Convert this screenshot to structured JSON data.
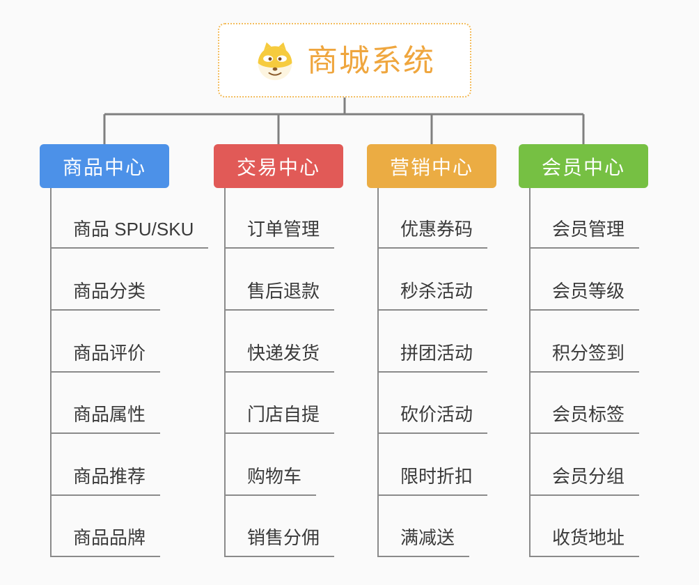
{
  "page": {
    "background": "#fafafa",
    "connector_color": "#7f7f7f",
    "leaf_line_color": "#8a8a8a"
  },
  "root": {
    "title": "商城系统",
    "icon": "doge-icon",
    "text_color": "#efa63e",
    "border_color": "#f3bc5c"
  },
  "branches": [
    {
      "label": "商品中心",
      "color": "#4c91e8",
      "children": [
        "商品 SPU/SKU",
        "商品分类",
        "商品评价",
        "商品属性",
        "商品推荐",
        "商品品牌"
      ]
    },
    {
      "label": "交易中心",
      "color": "#e15a57",
      "children": [
        "订单管理",
        "售后退款",
        "快递发货",
        "门店自提",
        "购物车",
        "销售分佣"
      ]
    },
    {
      "label": "营销中心",
      "color": "#ebac43",
      "children": [
        "优惠券码",
        "秒杀活动",
        "拼团活动",
        "砍价活动",
        "限时折扣",
        "满减送"
      ]
    },
    {
      "label": "会员中心",
      "color": "#76c043",
      "children": [
        "会员管理",
        "会员等级",
        "积分签到",
        "会员标签",
        "会员分组",
        "收货地址"
      ]
    }
  ]
}
